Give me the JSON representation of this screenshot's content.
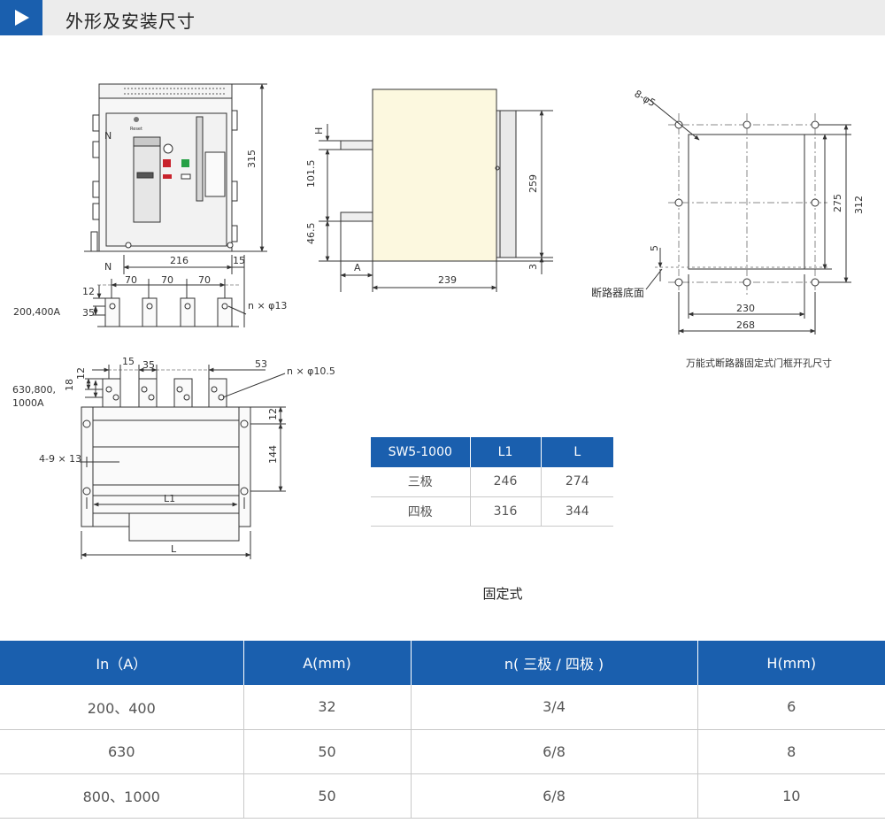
{
  "header": {
    "title": "外形及安装尺寸"
  },
  "front_view": {
    "dim_height": "315",
    "dim_width": "216",
    "dim_side": "15",
    "label_n_top": "N",
    "label_n_bottom": "N",
    "label_reset": "Reset",
    "pole_spacing": [
      "70",
      "70",
      "70"
    ],
    "dim_12": "12",
    "dim_35": "35",
    "hole_note": "n × φ13",
    "rating_label_1": "200,400A"
  },
  "side_view": {
    "dim_h": "H",
    "dim_101_5": "101.5",
    "dim_46_5": "46.5",
    "dim_259": "259",
    "dim_3": "3",
    "dim_a": "A",
    "dim_239": "239"
  },
  "cutout_view": {
    "hole_note": "8-φ5",
    "dim_275": "275",
    "dim_312": "312",
    "dim_5": "5",
    "dim_230": "230",
    "dim_268": "268",
    "bottom_label": "断路器底面",
    "caption": "万能式断路器固定式门框开孔尺寸"
  },
  "rear_view": {
    "rating_label_line1": "630,800,",
    "rating_label_line2": "1000A",
    "dim_15": "15",
    "dim_35": "35",
    "dim_53": "53",
    "dim_18": "18",
    "dim_12": "12",
    "hole_note": "n × φ10.5",
    "slot_note": "4-9 × 13",
    "dim_12_right": "12",
    "dim_144": "144",
    "dim_l1": "L1",
    "dim_l": "L"
  },
  "size_table": {
    "headers": [
      "SW5-1000",
      "L1",
      "L"
    ],
    "rows": [
      [
        "三极",
        "246",
        "274"
      ],
      [
        "四极",
        "316",
        "344"
      ]
    ]
  },
  "caption": "固定式",
  "main_table": {
    "headers": [
      "In（A）",
      "A(mm)",
      "n( 三极 / 四极 )",
      "H(mm)"
    ],
    "rows": [
      [
        "200、400",
        "32",
        "3/4",
        "6"
      ],
      [
        "630",
        "50",
        "6/8",
        "8"
      ],
      [
        "800、1000",
        "50",
        "6/8",
        "10"
      ]
    ]
  },
  "colors": {
    "accent": "#1a5fae",
    "header_bg": "#ececec",
    "body_fill": "#fcf8df",
    "line": "#333333"
  }
}
